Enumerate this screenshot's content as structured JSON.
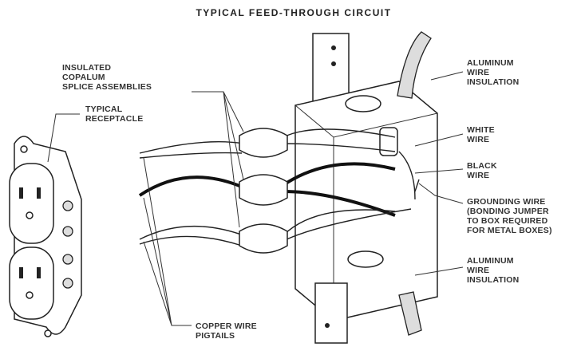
{
  "title": "TYPICAL   FEED-THROUGH   CIRCUIT",
  "labels": {
    "splice": [
      "INSULATED",
      "COPALUM",
      "SPLICE ASSEMBLIES"
    ],
    "receptacle": [
      "TYPICAL",
      "RECEPTACLE"
    ],
    "al_insulation_top": [
      "ALUMINUM",
      "WIRE",
      "INSULATION"
    ],
    "white_wire": [
      "WHITE",
      "WIRE"
    ],
    "black_wire": [
      "BLACK",
      "WIRE"
    ],
    "grounding": [
      "GROUNDING WIRE",
      "(BONDING JUMPER",
      "TO BOX REQUIRED",
      "FOR METAL BOXES)"
    ],
    "al_insulation_bottom": [
      "ALUMINUM",
      "WIRE",
      "INSULATION"
    ],
    "pigtails": [
      "COPPER WIRE",
      "PIGTAILS"
    ]
  }
}
